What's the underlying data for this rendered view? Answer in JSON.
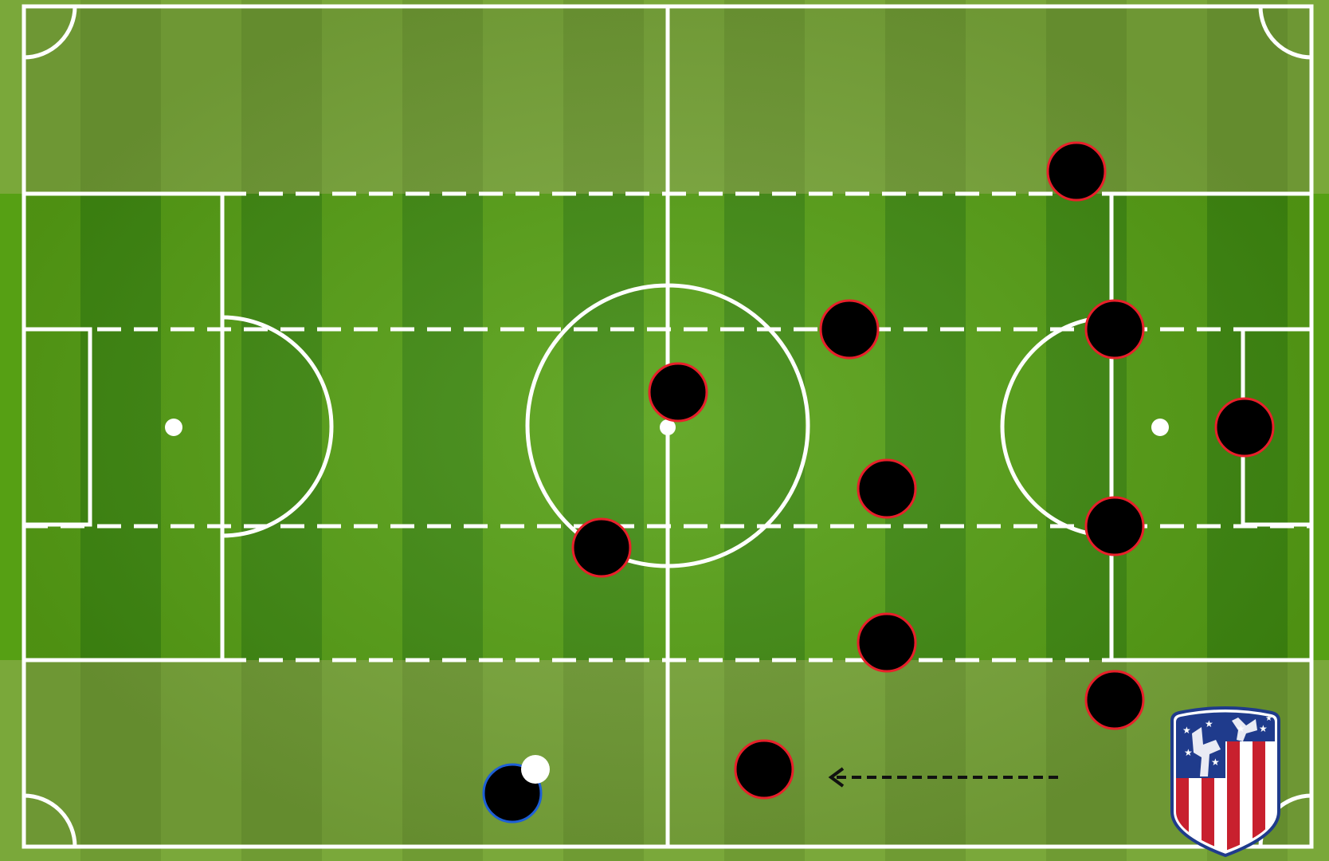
{
  "colors": {
    "grass_outer_light": "#7aa83a",
    "grass_outer_dark": "#6f9b33",
    "grass_inner_light": "#56a014",
    "grass_inner_dark": "#3f8a10",
    "border": "#2f5e0c",
    "lines": "#ffffff",
    "player_fill": "#000000",
    "opponent_outline": "#e8202a",
    "ball_carrier_outline": "#1e5fd6",
    "ball": "#ffffff",
    "arrow": "#111111",
    "crest_red": "#c8202e",
    "crest_blue": "#1f3b8c"
  },
  "pitch": {
    "zones": [
      "wide-top",
      "half-space-top",
      "central",
      "half-space-bottom",
      "wide-bottom"
    ]
  },
  "players": {
    "opponents": [
      {
        "id": "opp-1"
      },
      {
        "id": "opp-2"
      },
      {
        "id": "opp-3"
      },
      {
        "id": "opp-4"
      },
      {
        "id": "opp-5"
      },
      {
        "id": "opp-6"
      },
      {
        "id": "opp-7"
      },
      {
        "id": "opp-8"
      },
      {
        "id": "opp-9"
      },
      {
        "id": "opp-10"
      },
      {
        "id": "opp-11"
      }
    ],
    "ball_carrier": {
      "id": "carrier"
    }
  },
  "ball": {
    "visible": true
  },
  "movement_arrow": {
    "style": "dashed",
    "direction": "left"
  },
  "crest": {
    "icon": "atletico-madrid-crest-icon"
  }
}
